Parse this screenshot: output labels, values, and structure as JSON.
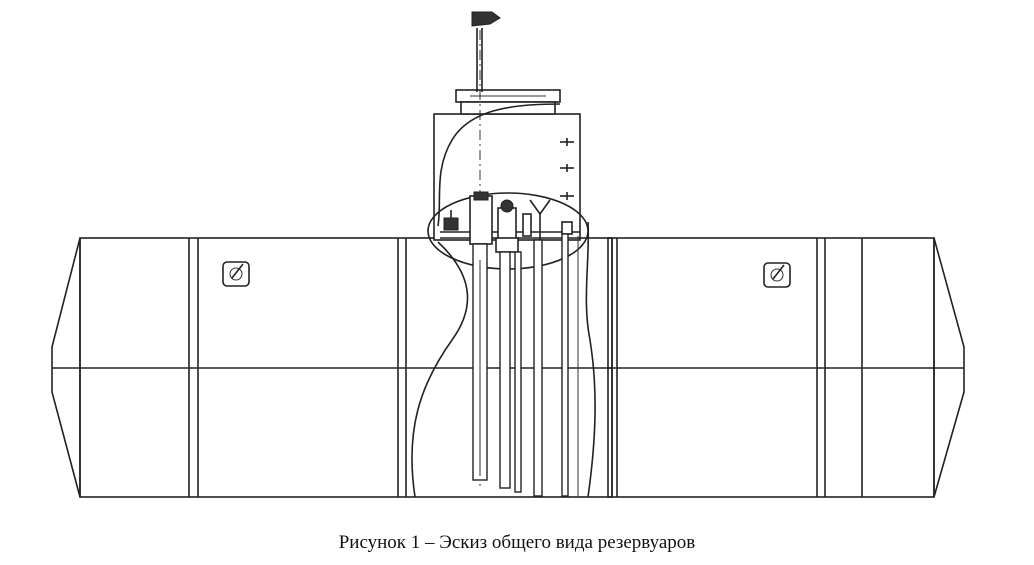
{
  "figure": {
    "caption": "Рисунок 1 – Эскиз общего вида резервуаров"
  },
  "components": {
    "left_tank": "left-tank-body",
    "right_tank": "right-tank-body",
    "neck": "filler-neck",
    "valve_handle": "valve-handle-icon"
  }
}
